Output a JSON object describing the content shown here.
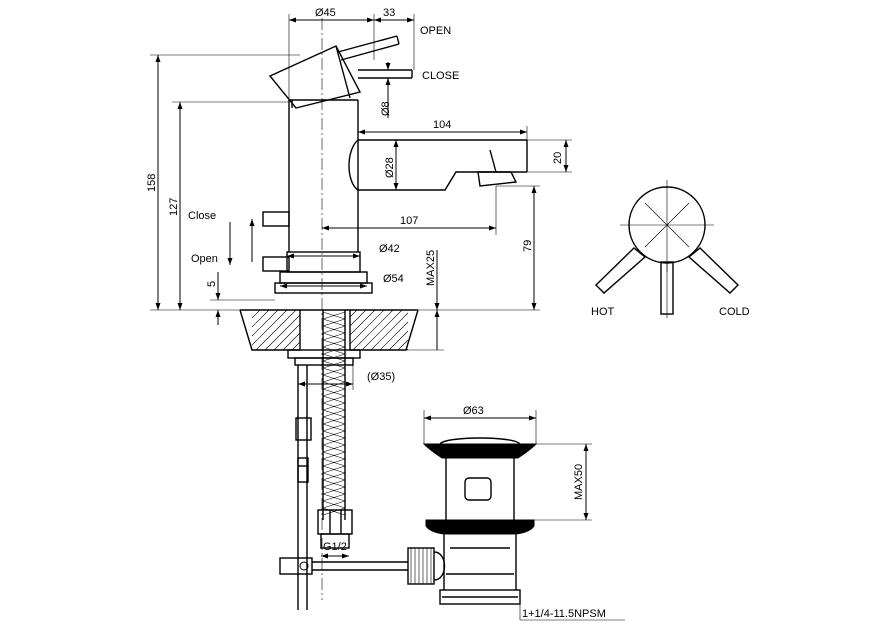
{
  "labels": {
    "open_upper": "OPEN",
    "close_upper": "CLOSE",
    "close": "Close",
    "open": "Open",
    "hot": "HOT",
    "cold": "COLD"
  },
  "dimensions": {
    "d45": "Ø45",
    "d33": "33",
    "d8": "Ø8",
    "d104": "104",
    "d28": "Ø28",
    "d20": "20",
    "d158": "158",
    "d127": "127",
    "d107": "107",
    "d42": "Ø42",
    "d54": "Ø54",
    "max25": "MAX25",
    "d79": "79",
    "d5": "5",
    "d35": "(Ø35)",
    "d63": "Ø63",
    "max50": "MAX50",
    "g12": "G1/2",
    "thread": "1+1/4-11.5NPSM"
  },
  "colors": {
    "line": "#000000",
    "background": "#ffffff"
  }
}
